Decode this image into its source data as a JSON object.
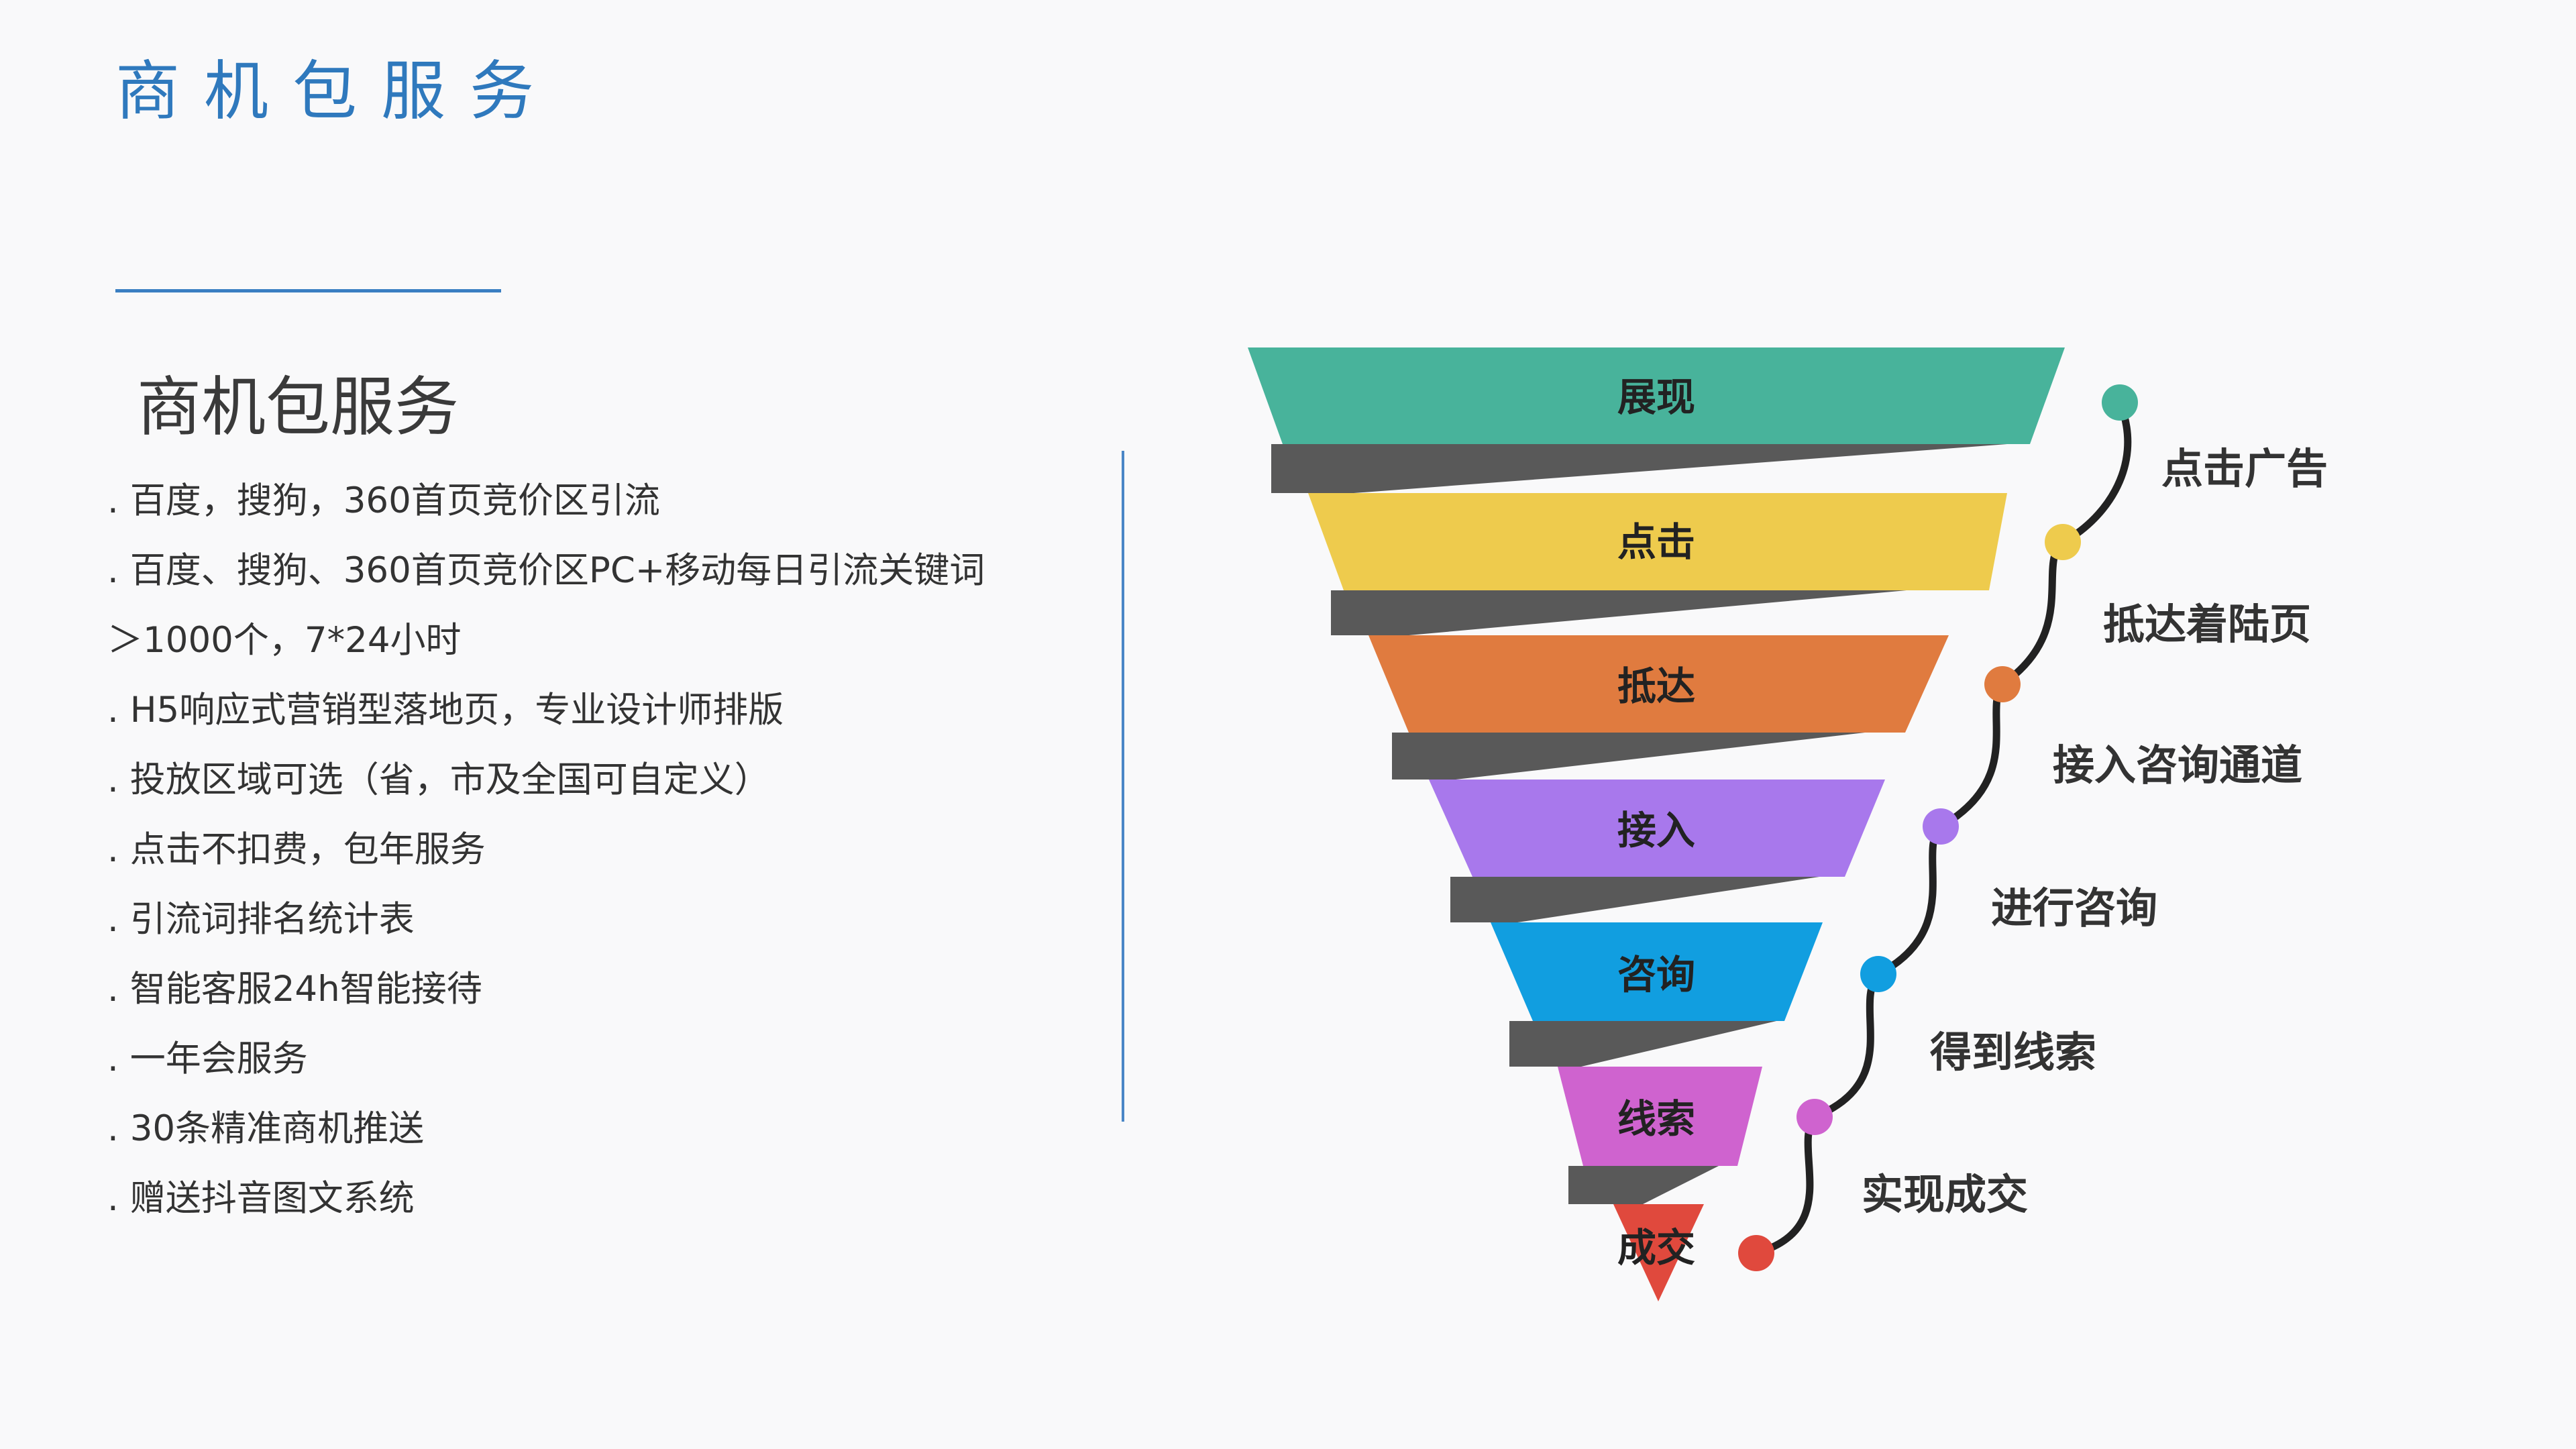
{
  "header": {
    "title": "商机包服务"
  },
  "content": {
    "heading": "商机包服务",
    "items": [
      ". 百度，搜狗，360首页竞价区引流",
      ". 百度、搜狗、360首页竞价区PC+移动每日引流关键词",
      "＞1000个，7*24小时",
      ". H5响应式营销型落地页，专业设计师排版",
      ". 投放区域可选（省，市及全国可自定义）",
      ". 点击不扣费，包年服务",
      ". 引流词排名统计表",
      ". 智能客服24h智能接待",
      ". 一年会服务",
      ". 30条精准商机推送",
      ". 赠送抖音图文系统"
    ]
  },
  "funnel": {
    "stages": [
      {
        "label": "展现",
        "color": "#48b39b"
      },
      {
        "label": "点击",
        "color": "#eecb4d"
      },
      {
        "label": "抵达",
        "color": "#e07b3f"
      },
      {
        "label": "接入",
        "color": "#a878ec"
      },
      {
        "label": "咨询",
        "color": "#119ee0"
      },
      {
        "label": "线索",
        "color": "#cf63cf"
      },
      {
        "label": "成交",
        "color": "#e0493d"
      }
    ],
    "steps": [
      {
        "label": "点击广告"
      },
      {
        "label": "抵达着陆页"
      },
      {
        "label": "接入咨询通道"
      },
      {
        "label": "进行咨询"
      },
      {
        "label": "得到线索"
      },
      {
        "label": "实现成交"
      }
    ],
    "connector_color": "#595959",
    "curve_color": "#222222"
  }
}
